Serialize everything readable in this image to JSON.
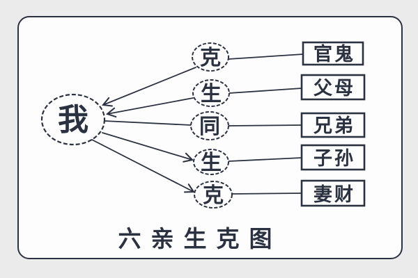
{
  "diagram": {
    "title": "六亲生克图",
    "self_label": "我",
    "rows": [
      {
        "relation": "克",
        "target": "官鬼",
        "arrow_direction": "toward-self"
      },
      {
        "relation": "生",
        "target": "父母",
        "arrow_direction": "toward-self"
      },
      {
        "relation": "同",
        "target": "兄弟",
        "arrow_direction": "none"
      },
      {
        "relation": "生",
        "target": "子孙",
        "arrow_direction": "toward-relation"
      },
      {
        "relation": "克",
        "target": "妻财",
        "arrow_direction": "toward-relation"
      }
    ]
  },
  "colors": {
    "stroke": "#2a3140",
    "panel-bg": "#fdfdfd",
    "page-bg": "#ebebeb"
  }
}
